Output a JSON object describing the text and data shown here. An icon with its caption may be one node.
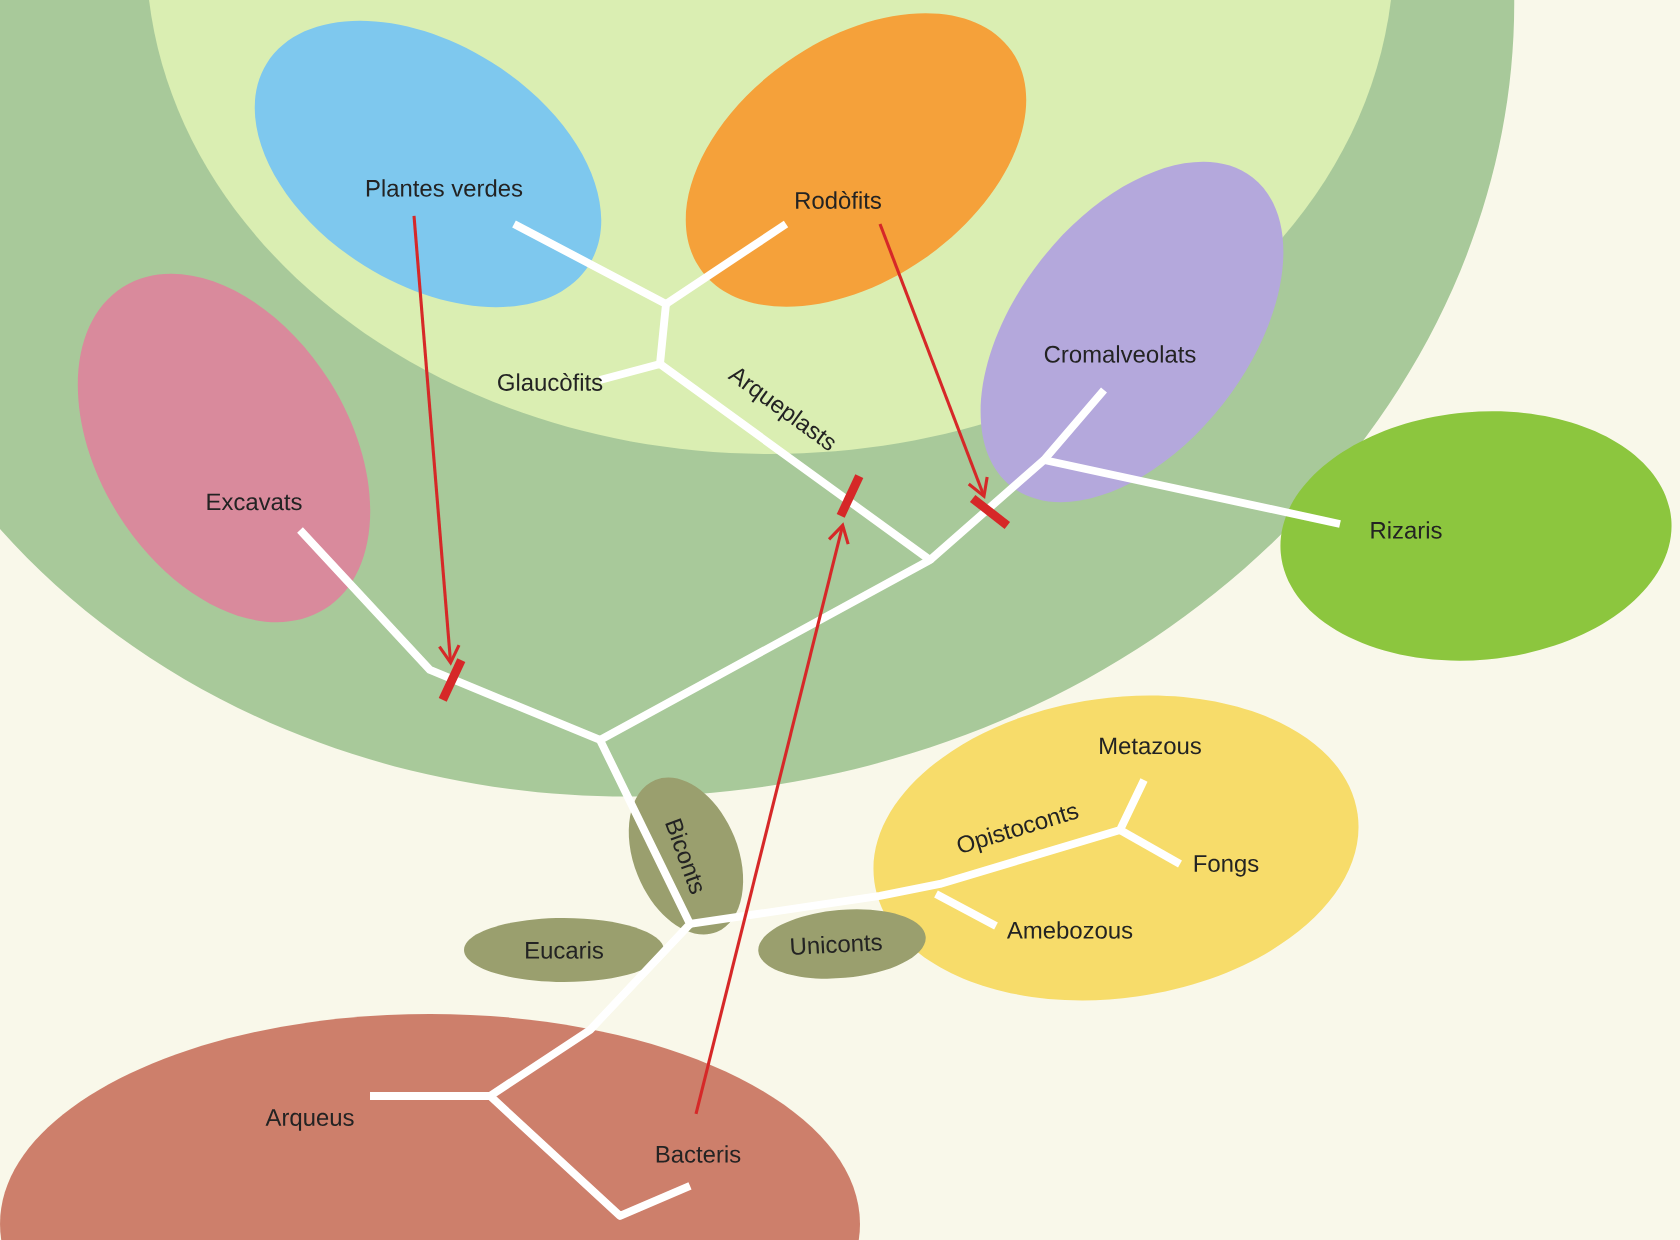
{
  "diagram": {
    "nodes": [
      {
        "text": [
          "Plantes verdes"
        ]
      },
      {
        "text": [
          "Rodòfits"
        ]
      },
      {
        "text": [
          "Cromalveolats"
        ]
      },
      {
        "text": [
          "Excavats"
        ]
      },
      {
        "text": [
          "Rizaris"
        ]
      },
      {
        "text": [
          "Metazous",
          "Opistoconts",
          "Fongs",
          "Amebozous"
        ]
      },
      {
        "text": [
          "Biconts"
        ]
      },
      {
        "text": [
          "Eucaris"
        ]
      },
      {
        "text": [
          "Uniconts"
        ]
      },
      {
        "text": [
          "Arqueus",
          "Bacteris"
        ]
      },
      {
        "text": [],
        "shape": "bar"
      },
      {
        "text": [],
        "shape": "bar"
      },
      {
        "text": [],
        "shape": "bar"
      }
    ],
    "edges": [
      {
        "from": 0,
        "to": 10,
        "arrow": "to"
      },
      {
        "from": 1,
        "to": 12,
        "arrow": "to"
      },
      {
        "from": 9,
        "to": 11,
        "arrow": "to"
      }
    ],
    "labels": [
      "Glaucòfits",
      "Arqueplasts"
    ]
  }
}
